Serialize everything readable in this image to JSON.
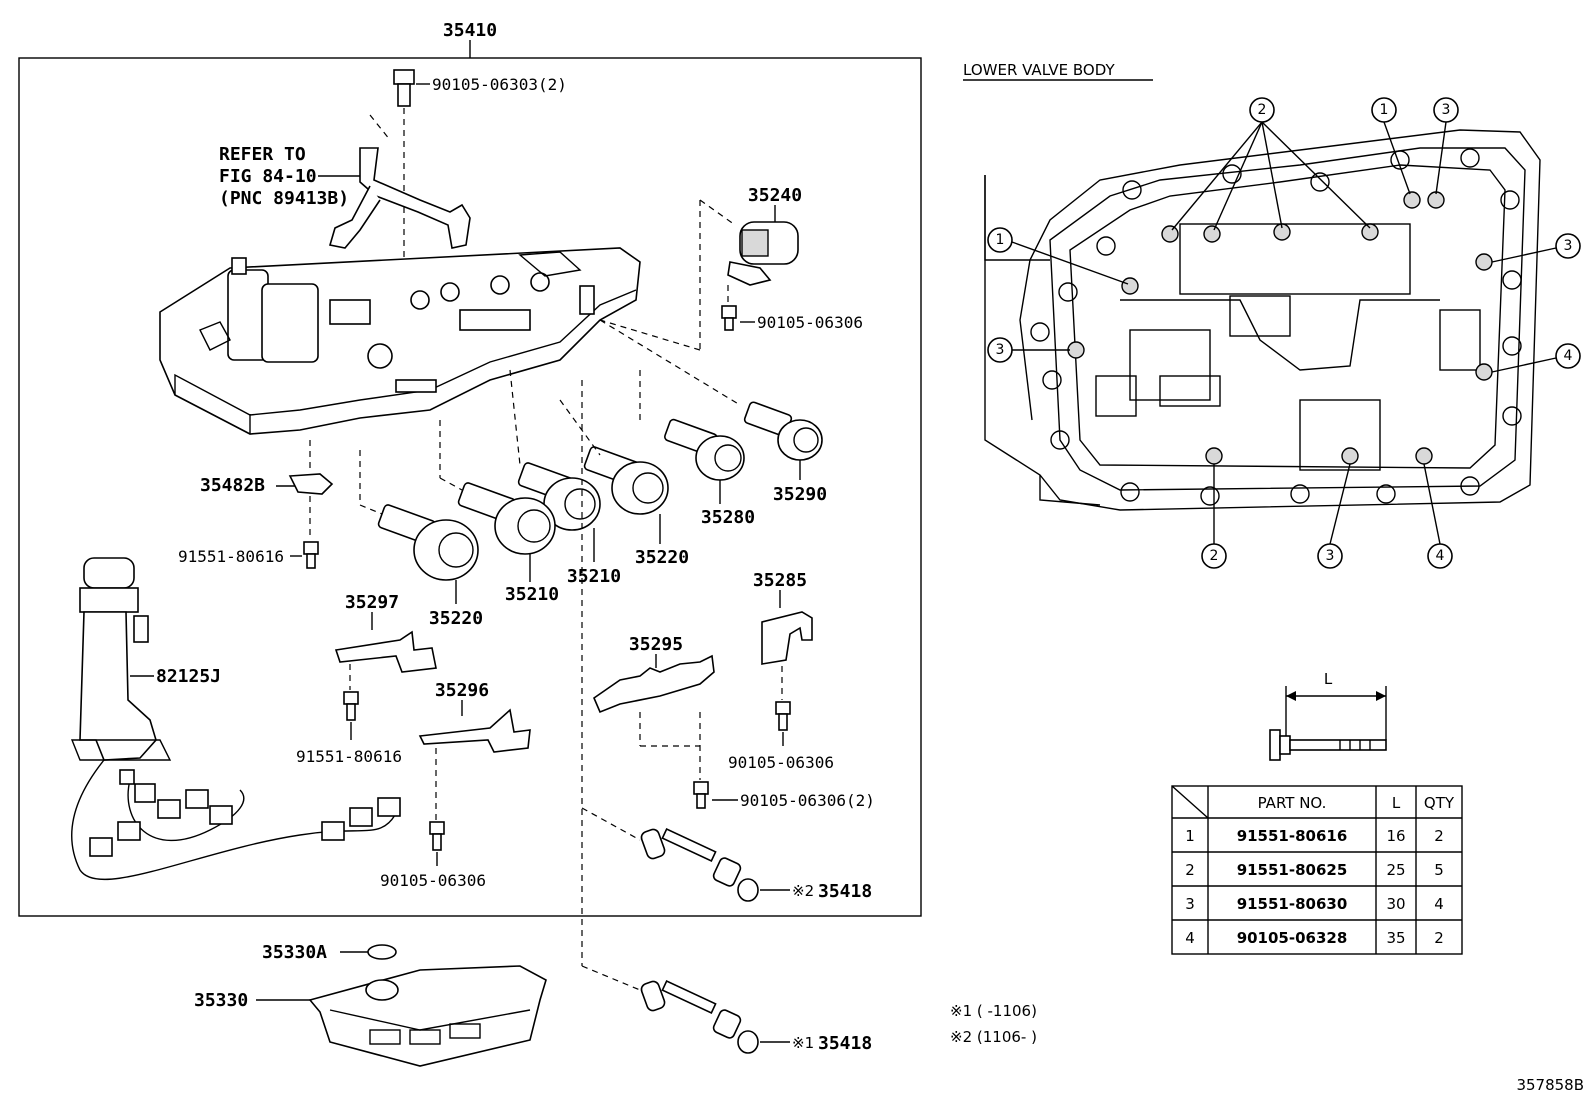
{
  "diagram_number": "357858B",
  "assembly_label": "35410",
  "refer_note": [
    "REFER TO",
    "FIG 84-10",
    "(PNC 89413B)"
  ],
  "lower_valve_body_title": "LOWER VALVE BODY",
  "left_labels": {
    "bolt_top": "90105-06303(2)",
    "shift_solenoid_top": "35240",
    "bolt_solenoid": "90105-06306",
    "solenoid_35290": "35290",
    "solenoid_35280": "35280",
    "solenoid_35220_right": "35220",
    "solenoid_35210_right": "35210",
    "solenoid_35210_left": "35210",
    "solenoid_35220_left": "35220",
    "plate_35482B": "35482B",
    "bolt_35482B": "91551-80616",
    "harness": "82125J",
    "bracket_35297": "35297",
    "bolt_35297": "91551-80616",
    "bracket_35296": "35296",
    "bolt_35296": "90105-06306",
    "bracket_35285": "35285",
    "bolt_35285": "90105-06306",
    "detent_35295": "35295",
    "bolt_35295": "90105-06306(2)",
    "sleeve_upper": "35418",
    "sleeve_upper_mark": "※2",
    "oring": "35330A",
    "strainer": "35330",
    "sleeve_lower": "35418",
    "sleeve_lower_mark": "※1"
  },
  "footnotes": [
    "※1 (       -1106)",
    "※2 (1106-       )"
  ],
  "bolt_dim_label": "L",
  "valve_body_callouts": {
    "top": [
      "2",
      "1",
      "3"
    ],
    "left": [
      "1",
      "3"
    ],
    "right": [
      "3",
      "4"
    ],
    "bottom": [
      "2",
      "3",
      "4"
    ]
  },
  "bolt_table": {
    "headers": [
      "",
      "PART NO.",
      "L",
      "QTY"
    ],
    "rows": [
      [
        "1",
        "91551-80616",
        "16",
        "2"
      ],
      [
        "2",
        "91551-80625",
        "25",
        "5"
      ],
      [
        "3",
        "91551-80630",
        "30",
        "4"
      ],
      [
        "4",
        "90105-06328",
        "35",
        "2"
      ]
    ]
  }
}
